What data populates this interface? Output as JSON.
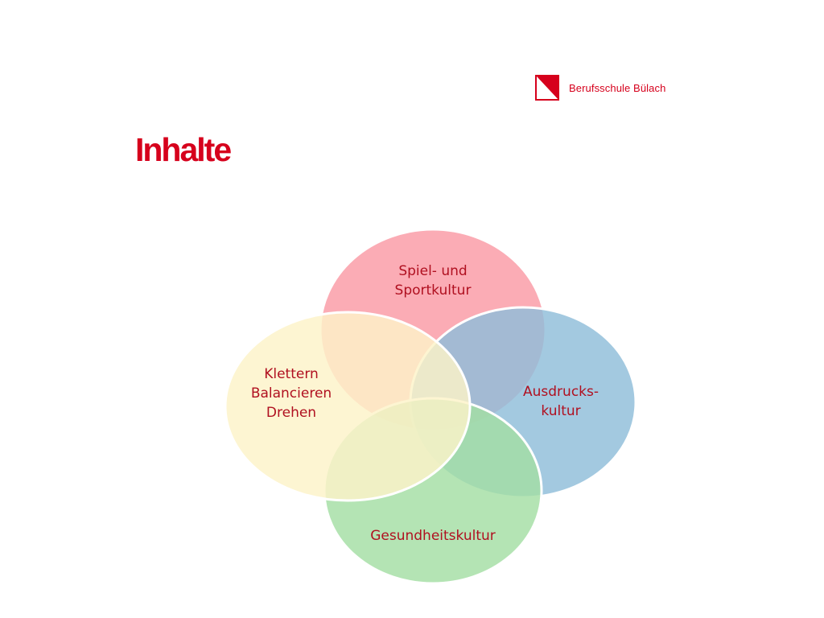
{
  "header": {
    "logo_text": "Berufsschule Bülach",
    "title": "Inhalte"
  },
  "diagram": {
    "circles": [
      {
        "id": "top",
        "lines": [
          "Spiel- und",
          "Sportkultur"
        ],
        "color": "#fa9aa5"
      },
      {
        "id": "right",
        "lines": [
          "Ausdrucks-",
          "kultur"
        ],
        "color": "#8fbdd9"
      },
      {
        "id": "bottom",
        "lines": [
          "Gesundheitskultur"
        ],
        "color": "#a3dea4"
      },
      {
        "id": "left",
        "lines": [
          "Klettern",
          "Balancieren",
          "Drehen"
        ],
        "color": "#fdf3c8"
      }
    ]
  },
  "colors": {
    "brand": "#d6001c",
    "label": "#b01020"
  }
}
